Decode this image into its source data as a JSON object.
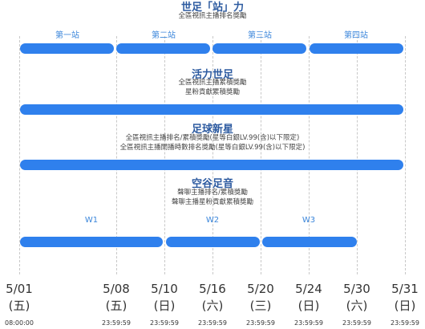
{
  "sections": [
    {
      "title": "世足「站」力",
      "lines": [
        "全區視訊主播排名獎勵"
      ]
    },
    {
      "title": "活力世足",
      "lines": [
        "全區視訊主播累積獎勵",
        "星粉貢獻累積獎勵"
      ]
    },
    {
      "title": "足球新星",
      "lines": [
        "全區視訊主播排名/累積獎勵(星等白銀LV.99(含)以下限定)",
        "全區視訊主播開播時數排名獎勵(星等白銀LV.99(含)以下限定)"
      ]
    },
    {
      "title": "空谷足音",
      "lines": [
        "聲聊主播排名/累積獎勵",
        "聲聊主播星粉貢獻累積獎勵"
      ]
    }
  ],
  "stages_row1": [
    "第一站",
    "第二站",
    "第三站",
    "第四站"
  ],
  "stages_row4": [
    "W1",
    "W2",
    "W3"
  ],
  "timeline": [
    {
      "date": "5/01",
      "weekday": "(五)",
      "time": "08:00:00"
    },
    {
      "date": "5/08",
      "weekday": "(五)",
      "time": "23:59:59"
    },
    {
      "date": "5/10",
      "weekday": "(日)",
      "time": "23:59:59"
    },
    {
      "date": "5/16",
      "weekday": "(六)",
      "time": "23:59:59"
    },
    {
      "date": "5/20",
      "weekday": "(三)",
      "time": "23:59:59"
    },
    {
      "date": "5/24",
      "weekday": "(日)",
      "time": "23:59:59"
    },
    {
      "date": "5/30",
      "weekday": "(六)",
      "time": "23:59:59"
    },
    {
      "date": "5/31",
      "weekday": "(日)",
      "time": "23:59:59"
    }
  ],
  "colors": {
    "bar": "#2f80ed",
    "title": "#2c5aa0",
    "stage": "#3b86db"
  }
}
